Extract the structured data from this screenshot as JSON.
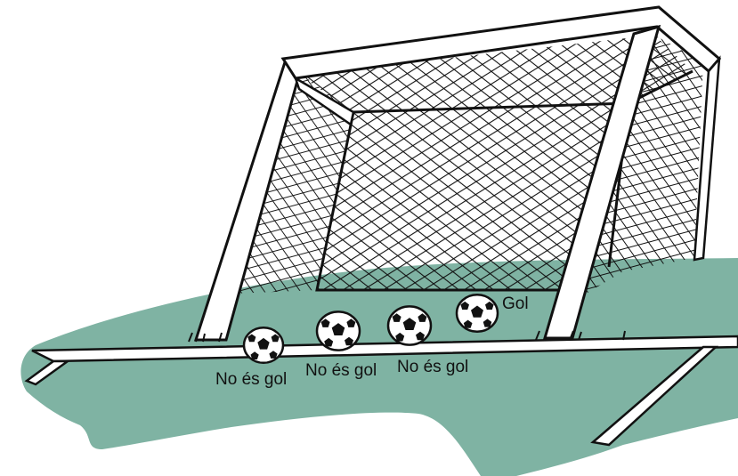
{
  "colors": {
    "grass": "#7fb3a3",
    "line": "#111111",
    "post": "#ffffff",
    "background": "#ffffff"
  },
  "labels": {
    "ball_1": "No és gol",
    "ball_2": "No és gol",
    "ball_3": "No és gol",
    "ball_4": "Gol"
  }
}
